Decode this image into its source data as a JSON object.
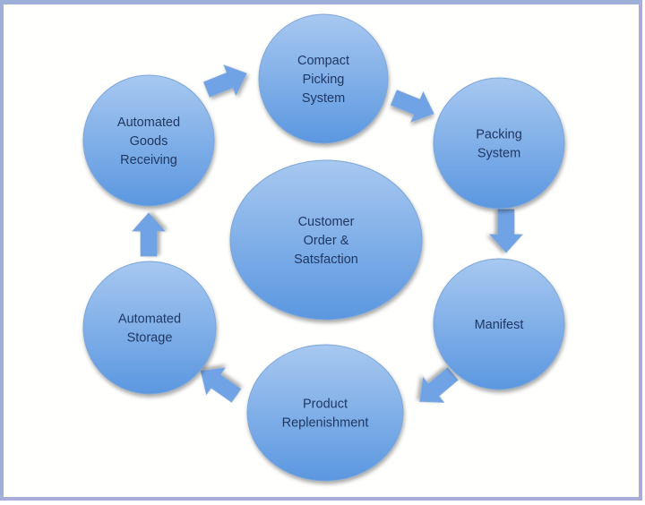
{
  "diagram": {
    "type": "cycle",
    "colors": {
      "node_fill_top": "#a7c8f0",
      "node_fill_bottom": "#5b97e0",
      "node_stroke": "#7ea6d8",
      "arrow_fill": "#6fa3e6",
      "text": "#1f3864",
      "frame": "#a3acd9"
    },
    "center_node": {
      "id": "customer-order",
      "lines": [
        "Customer",
        "Order &",
        "Satsfaction"
      ]
    },
    "nodes": [
      {
        "id": "compact-picking",
        "lines": [
          "Compact",
          "Picking",
          "System"
        ]
      },
      {
        "id": "packing-system",
        "lines": [
          "Packing",
          "System"
        ]
      },
      {
        "id": "manifest",
        "lines": [
          "Manifest"
        ]
      },
      {
        "id": "product-replenishment",
        "lines": [
          "Product",
          "Replenishment"
        ]
      },
      {
        "id": "automated-storage",
        "lines": [
          "Automated",
          "Storage"
        ]
      },
      {
        "id": "automated-goods-receiving",
        "lines": [
          "Automated",
          "Goods",
          "Receiving"
        ]
      }
    ],
    "edges": [
      {
        "from": "automated-goods-receiving",
        "to": "compact-picking"
      },
      {
        "from": "compact-picking",
        "to": "packing-system"
      },
      {
        "from": "packing-system",
        "to": "manifest"
      },
      {
        "from": "manifest",
        "to": "product-replenishment"
      },
      {
        "from": "product-replenishment",
        "to": "automated-storage"
      },
      {
        "from": "automated-storage",
        "to": "automated-goods-receiving"
      }
    ]
  }
}
